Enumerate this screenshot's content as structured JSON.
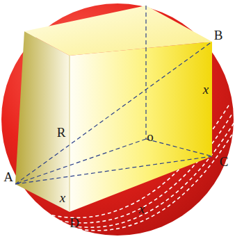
{
  "diagram": {
    "labels": [
      "B",
      "x",
      "R",
      "o",
      "A",
      "x",
      "D",
      "x",
      "C"
    ]
  }
}
